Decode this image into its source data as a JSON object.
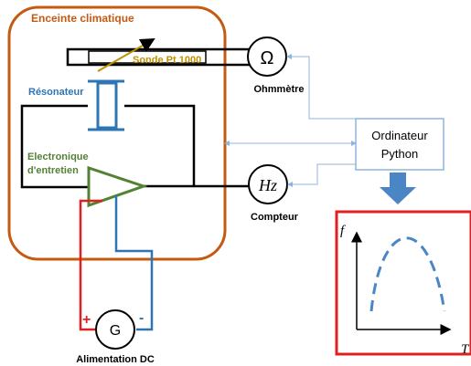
{
  "enclosure": {
    "label": "Enceinte climatique"
  },
  "probe": {
    "label": "Sonde Pt 1000"
  },
  "resonator": {
    "label": "Résonateur"
  },
  "electronics": {
    "label_line1": "Electronique",
    "label_line2": "d'entretien"
  },
  "ohmmeter": {
    "symbol": "Ω",
    "label": "Ohmmètre"
  },
  "counter": {
    "symbol": "Hz",
    "label": "Compteur"
  },
  "power_supply": {
    "symbol": "G",
    "label": "Alimentation DC",
    "plus": "+",
    "minus": "-"
  },
  "computer": {
    "line1": "Ordinateur",
    "line2": "Python"
  },
  "plot": {
    "y_label": "f",
    "x_label": "T"
  },
  "colors": {
    "enclosure": "#c55a11",
    "probe": "#bf9000",
    "resonator": "#2e75b6",
    "electronics": "#548235",
    "wire": "#000000",
    "positive": "#e02020",
    "negative": "#2e75b6",
    "link": "#8fb4dd",
    "arrow": "#4a86c5",
    "plot_frame": "#e02020",
    "curve": "#4a86c5"
  }
}
